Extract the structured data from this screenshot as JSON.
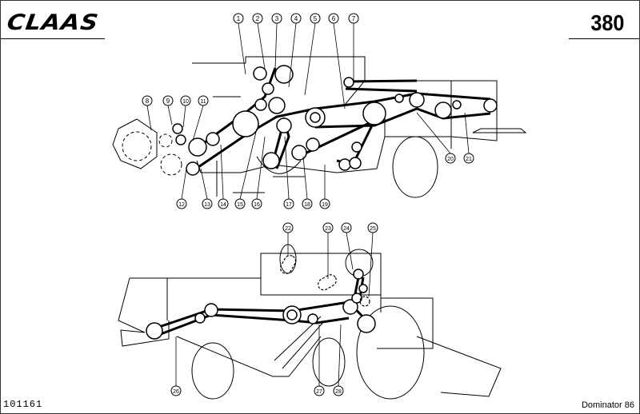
{
  "header": {
    "brand": "CLAAS",
    "page_number": "380"
  },
  "footer": {
    "document_number": "101161",
    "model": "Dominator 86"
  },
  "callouts_top": [
    "1",
    "2",
    "3",
    "4",
    "5",
    "6",
    "7",
    "8",
    "9",
    "10",
    "11",
    "12",
    "13",
    "14",
    "15",
    "16",
    "17",
    "18",
    "19",
    "20",
    "21"
  ],
  "callouts_bottom": [
    "22",
    "23",
    "24",
    "25",
    "26",
    "27",
    "28"
  ]
}
